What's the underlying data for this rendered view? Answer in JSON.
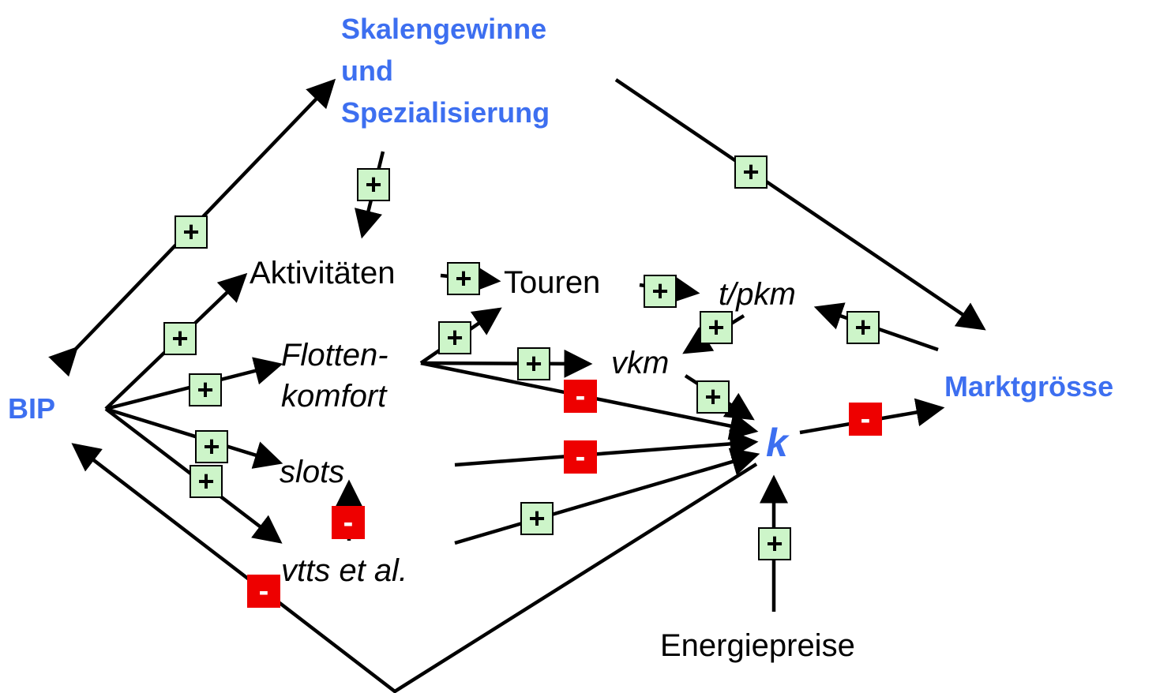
{
  "nodes": {
    "skalengewinne": [
      "Skalengewinne",
      "und",
      "Spezialisierung"
    ],
    "bip": "BIP",
    "marktgroesse": "Marktgrösse",
    "aktivitaeten": "Aktivitäten",
    "touren": "Touren",
    "tpkm": "t/pkm",
    "flotten": [
      "Flotten-",
      "komfort"
    ],
    "vkm": "vkm",
    "k": "k",
    "slots": "slots",
    "vtts": "vtts et al.",
    "energiepreise": "Energiepreise"
  },
  "signs": {
    "plus": "+",
    "minus": "-"
  },
  "colors": {
    "accent": "#3d6ff0",
    "plus_fill": "#cdf5c9",
    "minus_fill": "#ee0000",
    "line": "#000000"
  }
}
